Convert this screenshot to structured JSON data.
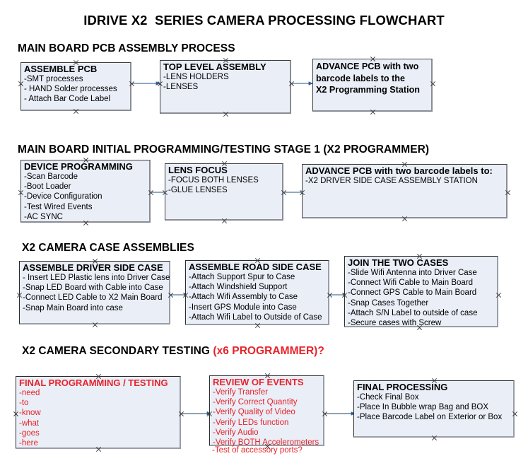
{
  "title": "IDRIVE X2  SERIES CAMERA PROCESSING FLOWCHART",
  "colors": {
    "box_fill": "#e9eef7",
    "box_border": "#3f3f3f",
    "arrow": "#8fa9c4",
    "arrow_head": "#2e5c96",
    "accent_red": "#e8232a",
    "text": "#000000",
    "background": "#ffffff"
  },
  "sections": [
    {
      "id": "main-board-pcb-assembly",
      "header": "MAIN BOARD PCB ASSEMBLY PROCESS",
      "header_red": "",
      "nodes": [
        {
          "id": "assemble-pcb",
          "title": "ASSEMBLE PCB",
          "title_bold": true,
          "lines": [
            "-SMT processes",
            "- HAND Solder processes",
            "- Attach Bar Code Label"
          ],
          "lines_bold": false
        },
        {
          "id": "top-level-assembly",
          "title": "TOP LEVEL ASSEMBLY",
          "title_bold": true,
          "lines": [
            "-LENS HOLDERS",
            "-LENSES"
          ],
          "lines_bold": false
        },
        {
          "id": "advance-pcb-to-programming-station",
          "title": "",
          "title_bold": true,
          "lines": [
            "ADVANCE PCB with two",
            "barcode labels to the",
            " X2 Programming Station"
          ],
          "lines_bold": true
        }
      ]
    },
    {
      "id": "main-board-initial-programming",
      "header": "MAIN BOARD INITIAL PROGRAMMING/TESTING STAGE 1 (X2 PROGRAMMER)",
      "header_red": "",
      "nodes": [
        {
          "id": "device-programming",
          "title": "DEVICE PROGRAMMING",
          "title_bold": true,
          "lines": [
            "-Scan Barcode",
            "-Boot Loader",
            "-Device Configuration",
            "-Test Wired Events",
            "-AC SYNC"
          ],
          "lines_bold": false
        },
        {
          "id": "lens-focus",
          "title": "LENS FOCUS",
          "title_bold": true,
          "lines": [
            "-FOCUS BOTH LENSES",
            "-GLUE LENSES"
          ],
          "lines_bold": false
        },
        {
          "id": "advance-pcb-to-driver-side-case-station",
          "title": "ADVANCE PCB with two barcode labels to:",
          "title_bold": true,
          "lines": [
            "-X2 DRIVER  SIDE  CASE  ASSEMBLY STATION"
          ],
          "lines_bold": false
        }
      ]
    },
    {
      "id": "x2-camera-case-assemblies",
      "header": "X2 CAMERA CASE ASSEMBLIES",
      "header_red": "",
      "nodes": [
        {
          "id": "assemble-driver-side-case",
          "title": "ASSEMBLE DRIVER SIDE CASE",
          "title_bold": true,
          "lines": [
            "- Insert LED Plastic lens into Driver Case",
            "-Snap LED Board with Cable into Case",
            "-Connect LED Cable to X2 Main Board",
            "-Snap Main Board into case"
          ],
          "lines_bold": false
        },
        {
          "id": "assemble-road-side-case",
          "title": "ASSEMBLE ROAD SIDE CASE",
          "title_bold": true,
          "lines": [
            "-Attach Support Spur to Case",
            "-Attach Windshield Support",
            "-Attach Wifi Assembly to Case",
            "-Insert GPS Module into Case",
            "-Attach Wifi Label to Outside of Case"
          ],
          "lines_bold": false
        },
        {
          "id": "join-the-two-cases",
          "title": "JOIN THE TWO CASES",
          "title_bold": true,
          "lines": [
            "-Slide Wifi Antenna into Driver Case",
            "-Connect Wifi Cable to Main Board",
            "-Connect GPS Cable to Main Board",
            "-Snap Cases Together",
            "-Attach S/N Label to outside of case",
            "-Secure cases with Screw"
          ],
          "lines_bold": false
        }
      ]
    },
    {
      "id": "x2-camera-secondary-testing",
      "header": "X2 CAMERA SECONDARY TESTING ",
      "header_red": "(x6 PROGRAMMER)?",
      "nodes": [
        {
          "id": "final-programming-testing",
          "title": "FINAL PROGRAMMING / TESTING",
          "title_bold": true,
          "lines": [
            "-need",
            "-to",
            "-know",
            "-what",
            "-goes",
            "-here"
          ],
          "lines_bold": false,
          "red": true
        },
        {
          "id": "review-of-events",
          "title": "REVIEW OF EVENTS",
          "title_bold": true,
          "lines": [
            "-Verify Transfer",
            "-Verify Correct Quantity",
            "-Verify Quality of Video",
            "-Verify LEDs function",
            "-Verify Audio",
            "-Verify BOTH Accelerometers"
          ],
          "lines_bold": false,
          "red": true,
          "overflow_line": "-Test of accessory ports?"
        },
        {
          "id": "final-processing",
          "title": "FINAL PROCESSING",
          "title_bold": true,
          "lines": [
            " -Check Final Box",
            "-Place In Bubble wrap Bag and BOX",
            "-Place Barcode Label on Exterior or Box"
          ],
          "lines_bold": false
        }
      ]
    }
  ]
}
